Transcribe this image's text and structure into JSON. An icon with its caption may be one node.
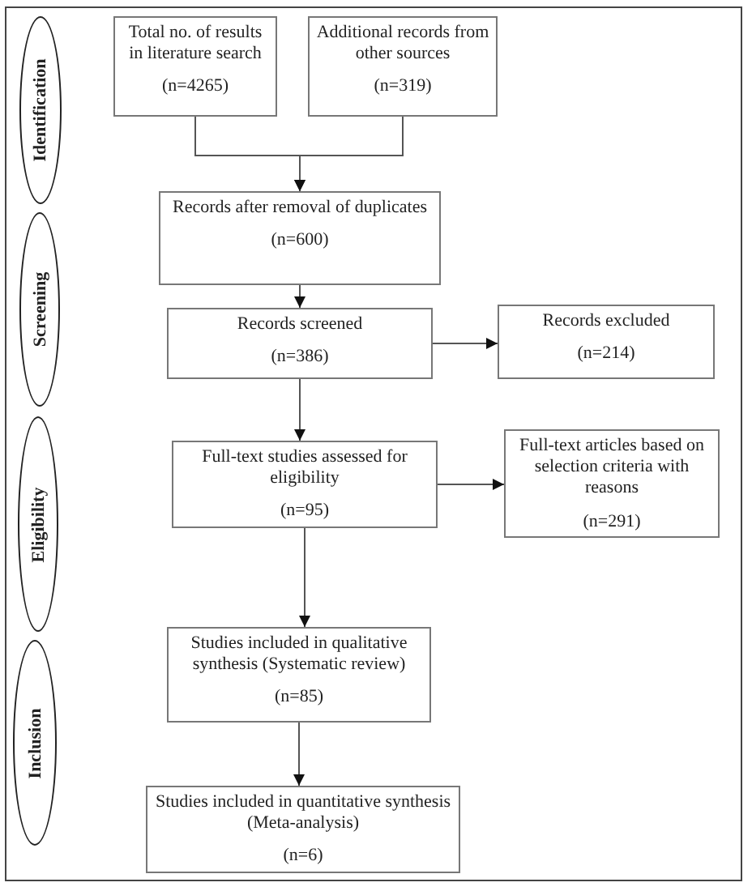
{
  "diagram": {
    "nodes": [
      {
        "text": [
          "Identification"
        ]
      },
      {
        "text": [
          "Screening"
        ]
      },
      {
        "text": [
          "Eligibility"
        ]
      },
      {
        "text": [
          "Inclusion"
        ]
      },
      {
        "text": [
          "Total no. of results in literature search",
          "(n=4265)"
        ]
      },
      {
        "text": [
          "Additional records from other sources",
          "(n=319)"
        ]
      },
      {
        "text": [
          "Records after removal of duplicates",
          "(n=600)"
        ]
      },
      {
        "text": [
          "Records screened",
          "(n=386)"
        ]
      },
      {
        "text": [
          "Records excluded",
          "(n=214)"
        ]
      },
      {
        "text": [
          "Full-text studies assessed for eligibility",
          "(n=95)"
        ]
      },
      {
        "text": [
          "Full-text articles based on selection criteria with reasons",
          "(n=291)"
        ]
      },
      {
        "text": [
          "Studies included in qualitative synthesis (Systematic review)",
          "(n=85)"
        ]
      },
      {
        "text": [
          "Studies included in quantitative synthesis (Meta-analysis)",
          "(n=6)"
        ]
      }
    ],
    "edges": [
      {
        "from": 4,
        "to": 6,
        "arrow": "to"
      },
      {
        "from": 5,
        "to": 6,
        "arrow": "to"
      },
      {
        "from": 6,
        "to": 7,
        "arrow": "to"
      },
      {
        "from": 7,
        "to": 8,
        "arrow": "to"
      },
      {
        "from": 7,
        "to": 9,
        "arrow": "to"
      },
      {
        "from": 9,
        "to": 10,
        "arrow": "to"
      },
      {
        "from": 9,
        "to": 11,
        "arrow": "to"
      },
      {
        "from": 11,
        "to": 12,
        "arrow": "to"
      }
    ]
  }
}
